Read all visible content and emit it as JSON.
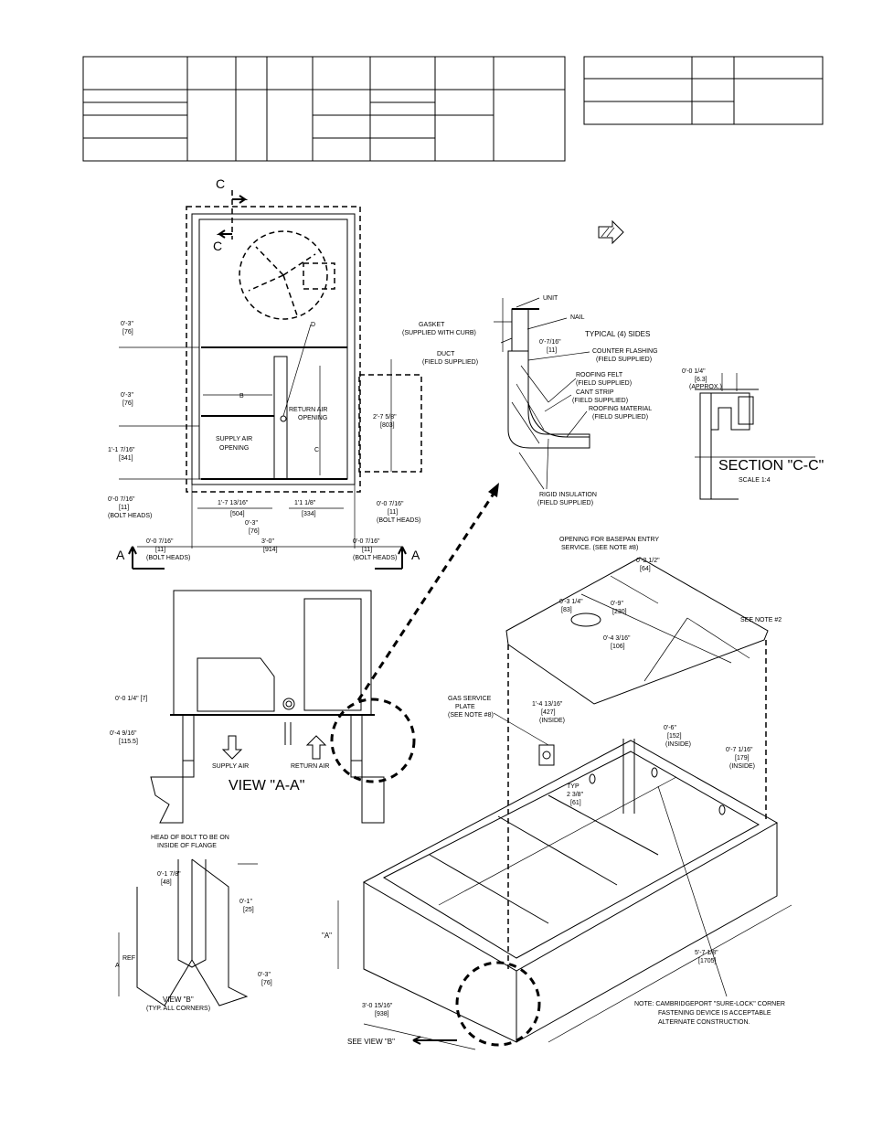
{
  "views": {
    "section_c_marker": "C",
    "view_a_marker": "A",
    "view_aa_title": "VIEW \"A-A\"",
    "view_b_title": "VIEW \"B\"",
    "view_b_sub": "(TYP. ALL CORNERS)",
    "section_cc_title": "SECTION \"C-C\"",
    "section_cc_scale": "SCALE 1:4",
    "see_view_b": "SEE VIEW \"B\""
  },
  "top_view": {
    "supply_air_opening": [
      "SUPPLY AIR",
      "OPENING"
    ],
    "return_air_opening": [
      "RETURN AIR",
      "OPENING"
    ],
    "label_b": "B",
    "label_c": "C",
    "label_d": "D",
    "dims": {
      "d1": [
        "0'-3\"",
        "[76]"
      ],
      "d2": [
        "0'-3\"",
        "[76]"
      ],
      "d3": [
        "1'-1 7/16\"",
        "[341]"
      ],
      "d4": [
        "0'-0 7/16\"",
        "[11]",
        "(BOLT HEADS)"
      ],
      "d5": [
        "1'-7 13/16\"",
        "[504]"
      ],
      "d6": [
        "0'-3\"",
        "[76]"
      ],
      "d7": [
        "1'1 1/8\"",
        "[334]"
      ],
      "d8": [
        "2'-7 5/8\"",
        "[803]"
      ],
      "d9": [
        "0'-0 7/16\"",
        "[11]",
        "(BOLT HEADS)"
      ],
      "d10": [
        "0'-0 7/16\"",
        "[11]",
        "(BOLT HEADS)"
      ],
      "d11": [
        "3'-0\"",
        "[914]"
      ],
      "d12": [
        "0'-0 7/16\"",
        "[11]",
        "(BOLT HEADS)"
      ]
    }
  },
  "curb_detail": {
    "unit": "UNIT",
    "nail": "NAIL",
    "gasket": [
      "GASKET",
      "(SUPPLIED WITH CURB)"
    ],
    "typical_sides": "TYPICAL (4) SIDES",
    "dim_716": [
      "0'-7/16\"",
      "[11]"
    ],
    "duct": [
      "DUCT",
      "(FIELD SUPPLIED)"
    ],
    "counter_flashing": [
      "COUNTER FLASHING",
      "(FIELD SUPPLIED)"
    ],
    "roofing_felt": [
      "ROOFING FELT",
      "(FIELD SUPPLIED)"
    ],
    "cant_strip": [
      "CANT STRIP",
      "(FIELD SUPPLIED)"
    ],
    "roofing_material": [
      "ROOFING MATERIAL",
      "(FIELD SUPPLIED)"
    ],
    "rigid_insulation": [
      "RIGID INSULATION",
      "(FIELD SUPPLIED)"
    ]
  },
  "section_cc": {
    "dim": [
      "0'-0 1/4\"",
      "[6.3]",
      "(APPROX.)"
    ]
  },
  "view_aa": {
    "supply_air": "SUPPLY AIR",
    "return_air": "RETURN AIR",
    "dim1": "0'-0 1/4\" [7]",
    "dim2": [
      "0'-4 9/16\"",
      "[115.5]"
    ]
  },
  "view_b": {
    "head_bolt": [
      "HEAD OF BOLT TO BE ON",
      "INSIDE OF FLANGE"
    ],
    "d1": [
      "0'-1 7/8\"",
      "[48]"
    ],
    "d2": [
      "0'-1\"",
      "[25]"
    ],
    "d3": [
      "0'-3\"",
      "[76]"
    ],
    "ref_a": "A",
    "ref": "REF"
  },
  "iso_view": {
    "basepan_opening": [
      "OPENING FOR BASEPAN ENTRY",
      "SERVICE. (SEE NOTE #8)"
    ],
    "d_212": [
      "0'-2 1/2\"",
      "[64]"
    ],
    "d_314": [
      "0'-3 1/4\"",
      "[83]"
    ],
    "d_9": [
      "0'-9\"",
      "[230]"
    ],
    "d_4316": [
      "0'-4 3/16\"",
      "[106]"
    ],
    "see_note2": "SEE NOTE #2",
    "gas_service": [
      "GAS SERVICE",
      "PLATE",
      "(SEE NOTE #8)"
    ],
    "d_11416": [
      "1'-4 13/16\"",
      "[427]",
      "(INSIDE)"
    ],
    "d_6": [
      "0'-6\"",
      "[152]",
      "(INSIDE)"
    ],
    "d_7116": [
      "0'-7 1/16\"",
      "[179]",
      "(INSIDE)"
    ],
    "typ": [
      "TYP",
      "2 3/8\"",
      "[61]"
    ],
    "a_dim": "\"A\"",
    "d_578": [
      "5'-7 1/8\"",
      "[1705]"
    ],
    "d_31516": [
      "3'-0 15/16\"",
      "[938]"
    ],
    "note": [
      "NOTE: CAMBRIDGEPORT \"SURE-LOCK\" CORNER",
      "FASTENING DEVICE IS ACCEPTABLE",
      "ALTERNATE CONSTRUCTION."
    ]
  }
}
